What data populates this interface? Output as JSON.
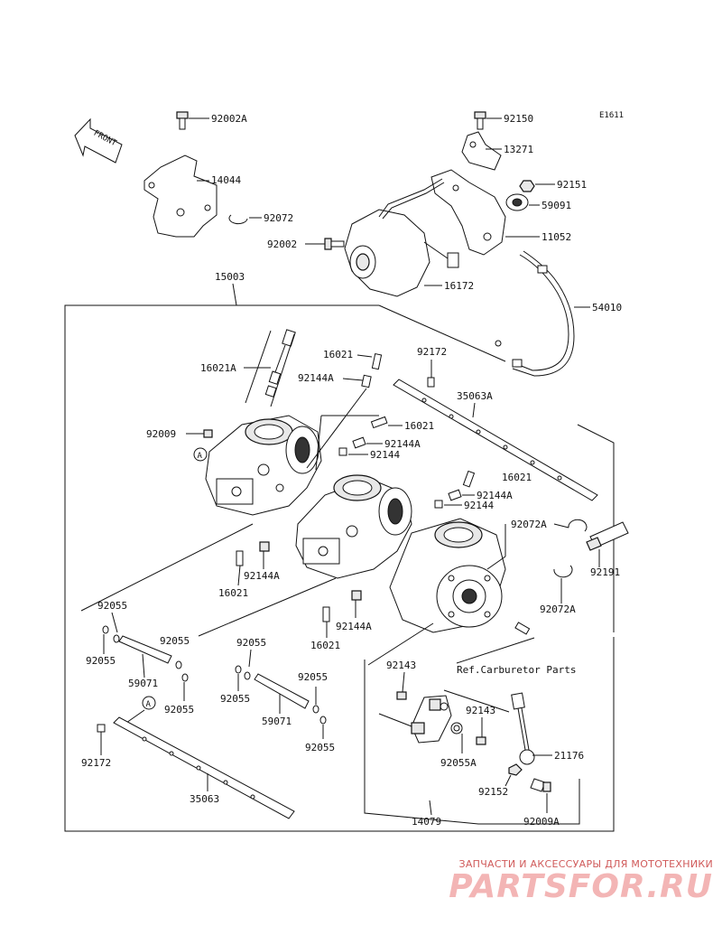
{
  "diagram": {
    "code": "E1611",
    "front_label": "FRONT",
    "ref_note": "Ref.Carburetor Parts",
    "marker": "A",
    "labels": {
      "p92002A": "92002A",
      "p14044": "14044",
      "p92072": "92072",
      "p92150": "92150",
      "p13271": "13271",
      "p92151": "92151",
      "p59091": "59091",
      "p92002": "92002",
      "p11052": "11052",
      "p16172": "16172",
      "p15003": "15003",
      "p54010": "54010",
      "p16021A": "16021A",
      "p16021_a": "16021",
      "p92144A_a": "92144A",
      "p92172_a": "92172",
      "p35063A": "35063A",
      "p92009": "92009",
      "p16021_b": "16021",
      "p92144A_b": "92144A",
      "p92144_a": "92144",
      "p16021_c": "16021",
      "p92144A_c": "92144A",
      "p92144_b": "92144",
      "p92072A_a": "92072A",
      "p92191": "92191",
      "p92072A_b": "92072A",
      "p92144A_d": "92144A",
      "p16021_d": "16021",
      "p92144A_e": "92144A",
      "p16021_e": "16021",
      "p92055_a": "92055",
      "p92055_b": "92055",
      "p59071_a": "59071",
      "p92055_c": "92055",
      "p92055_d": "92055",
      "p92055_e": "92055",
      "p92055_f": "92055",
      "p59071_b": "59071",
      "p92055_g": "92055",
      "p92055_h": "92055",
      "p92143_a": "92143",
      "p92143_b": "92143",
      "p92055A": "92055A",
      "p21176": "21176",
      "p92152": "92152",
      "p92172_b": "92172",
      "p35063": "35063",
      "p14079": "14079",
      "p92009A": "92009A"
    }
  },
  "watermark": {
    "subtitle": "ЗАПЧАСТИ И АКСЕССУАРЫ ДЛЯ МОТОТЕХНИКИ",
    "brand": "PARTSFOR.RU"
  }
}
